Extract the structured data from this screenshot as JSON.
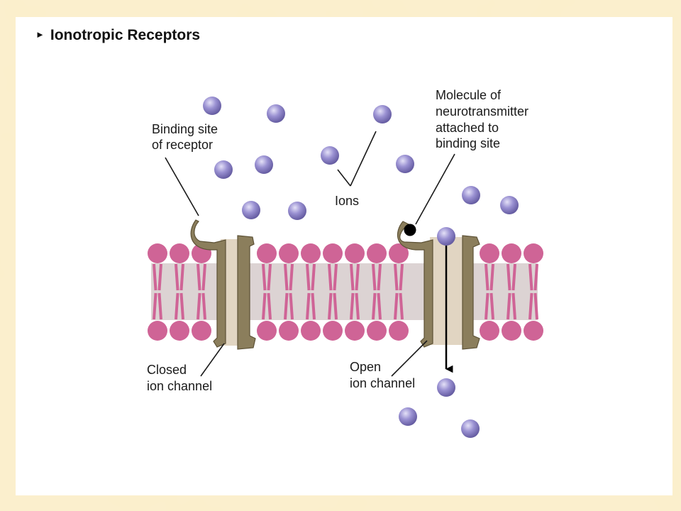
{
  "title": "Ionotropic Receptors",
  "labels": {
    "binding_site": [
      "Binding site",
      "of receptor"
    ],
    "molecule": [
      "Molecule of",
      "neurotransmitter",
      "attached to",
      "binding site"
    ],
    "ions": "Ions",
    "closed": [
      "Closed",
      "ion channel"
    ],
    "open": [
      "Open",
      "ion channel"
    ]
  },
  "colors": {
    "background": "#fbefcc",
    "panel": "#ffffff",
    "lipid_head": "#cf6496",
    "lipid_core": "#dcd3d3",
    "channel_protein": "#8b7e5c",
    "channel_pore": "#e1d5c2",
    "ion": "#8f86c9",
    "neurotransmitter": "#000000"
  },
  "icons": {
    "title_marker": "right-triangle-icon"
  }
}
